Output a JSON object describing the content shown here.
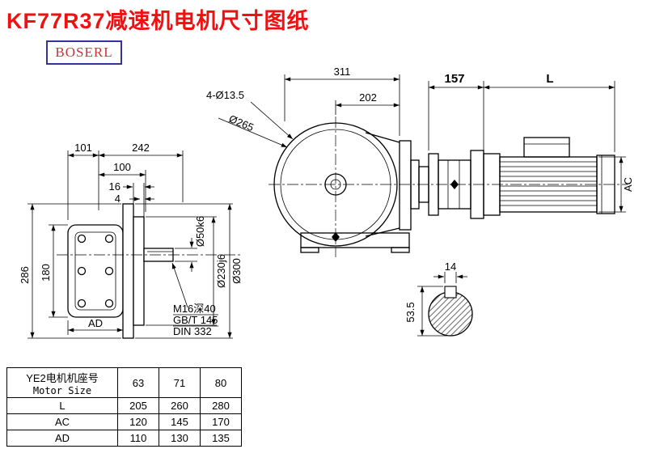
{
  "page": {
    "title": "KF77R37减速机电机尺寸图纸",
    "logo": "BOSERL"
  },
  "front_view": {
    "dims": {
      "d101": "101",
      "d242": "242",
      "d100": "100",
      "d16": "16",
      "d4": "4",
      "d286": "286",
      "d180": "180",
      "dAD": "AD",
      "dia_shaft": "Ø50k6",
      "dia_spigot": "Ø230j6",
      "dia_flange": "Ø300"
    },
    "notes": {
      "tap": "M16深40",
      "std1": "GB/T 145",
      "std2": "DIN 332"
    }
  },
  "side_view": {
    "dims": {
      "d311": "311",
      "d202": "202",
      "holes": "4-Ø13.5",
      "dia265": "Ø265",
      "d157": "157",
      "dL": "L",
      "dAC": "AC"
    }
  },
  "shaft_section": {
    "dims": {
      "key_width": "14",
      "height": "53.5"
    }
  },
  "table": {
    "header_cn": "YE2电机机座号",
    "header_en": "Motor Size",
    "sizes": [
      "63",
      "71",
      "80"
    ],
    "rows": [
      {
        "label": "L",
        "values": [
          "205",
          "260",
          "280"
        ]
      },
      {
        "label": "AC",
        "values": [
          "120",
          "145",
          "170"
        ]
      },
      {
        "label": "AD",
        "values": [
          "110",
          "130",
          "135"
        ]
      }
    ]
  }
}
